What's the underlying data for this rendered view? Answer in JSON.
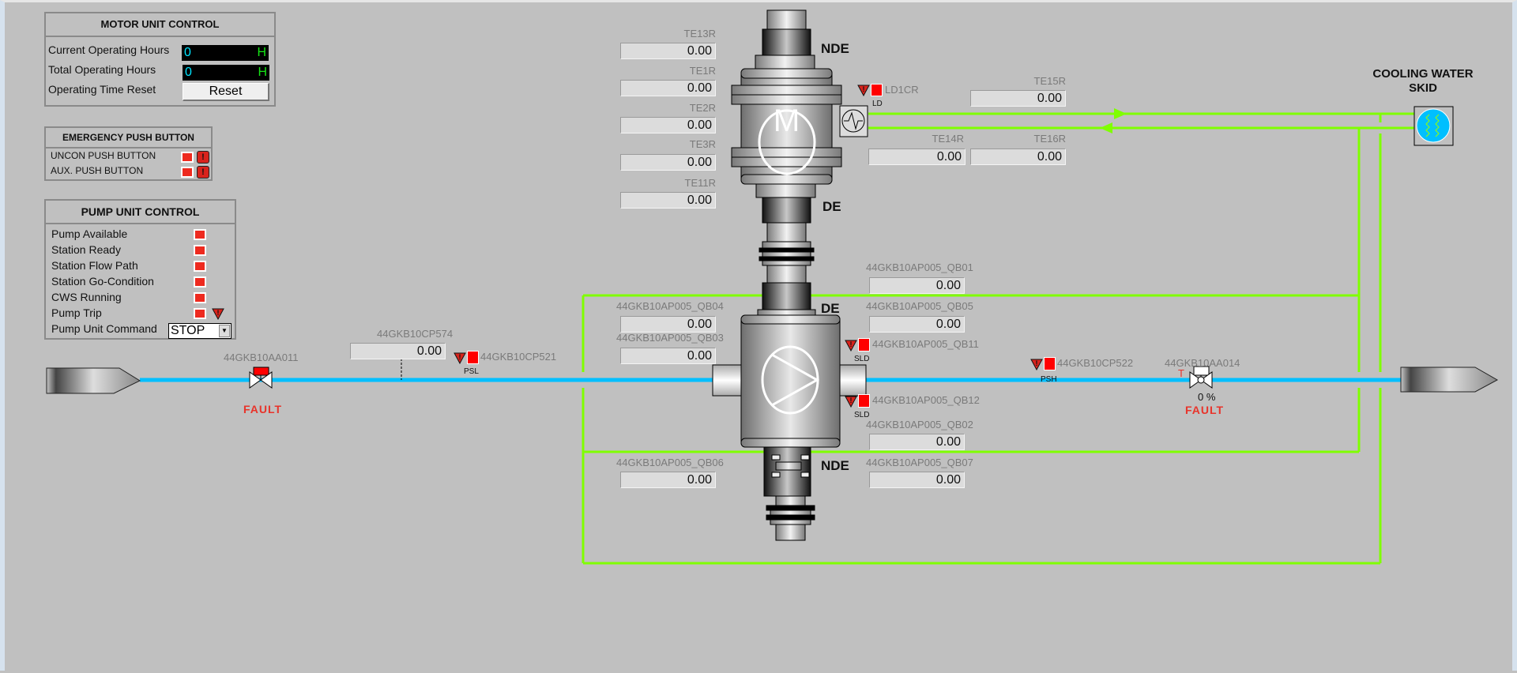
{
  "motor_unit_control": {
    "title": "MOTOR UNIT CONTROL",
    "rows": [
      {
        "label": "Current Operating Hours",
        "value": "0",
        "unit": "H"
      },
      {
        "label": "Total Operating Hours",
        "value": "0",
        "unit": "H"
      }
    ],
    "reset_label": "Operating Time Reset",
    "reset_button": "Reset"
  },
  "emergency_push_button": {
    "title": "EMERGENCY PUSH BUTTON",
    "items": [
      "UNCON PUSH BUTTON",
      "AUX. PUSH BUTTON"
    ]
  },
  "pump_unit_control": {
    "title": "PUMP UNIT CONTROL",
    "items": [
      "Pump Available",
      "Station Ready",
      "Station Flow Path",
      "Station Go-Condition",
      "CWS Running",
      "Pump Trip"
    ],
    "command_label": "Pump Unit Command",
    "command_value": "STOP"
  },
  "motor": {
    "symbol": "M",
    "nde": "NDE",
    "de": "DE",
    "temps": [
      {
        "tag": "TE13R",
        "value": "0.00"
      },
      {
        "tag": "TE1R",
        "value": "0.00"
      },
      {
        "tag": "TE2R",
        "value": "0.00"
      },
      {
        "tag": "TE3R",
        "value": "0.00"
      },
      {
        "tag": "TE11R",
        "value": "0.00"
      }
    ],
    "leak": {
      "tag": "LD1CR",
      "sub": "LD"
    },
    "te15": {
      "tag": "TE15R",
      "value": "0.00"
    },
    "te14": {
      "tag": "TE14R",
      "value": "0.00"
    },
    "te16": {
      "tag": "TE16R",
      "value": "0.00"
    }
  },
  "cooling_water_skid": {
    "line1": "COOLING WATER",
    "line2": "SKID"
  },
  "pump": {
    "de": "DE",
    "nde": "NDE",
    "qb01": {
      "tag": "44GKB10AP005_QB01",
      "value": "0.00"
    },
    "qb04": {
      "tag": "44GKB10AP005_QB04",
      "value": "0.00"
    },
    "qb05": {
      "tag": "44GKB10AP005_QB05",
      "value": "0.00"
    },
    "qb03": {
      "tag": "44GKB10AP005_QB03",
      "value": "0.00"
    },
    "qb11": {
      "tag": "44GKB10AP005_QB11",
      "sub": "SLD"
    },
    "qb12": {
      "tag": "44GKB10AP005_QB12",
      "sub": "SLD"
    },
    "qb02": {
      "tag": "44GKB10AP005_QB02",
      "value": "0.00"
    },
    "qb06": {
      "tag": "44GKB10AP005_QB06",
      "value": "0.00"
    },
    "qb07": {
      "tag": "44GKB10AP005_QB07",
      "value": "0.00"
    }
  },
  "suction": {
    "valve": {
      "tag": "44GKB10AA011",
      "status": "FAULT"
    },
    "cp574": {
      "tag": "44GKB10CP574",
      "value": "0.00"
    },
    "cp521": {
      "tag": "44GKB10CP521",
      "sub": "PSL"
    }
  },
  "discharge": {
    "cp522": {
      "tag": "44GKB10CP522",
      "sub": "PSH"
    },
    "valve": {
      "tag": "44GKB10AA014",
      "mode": "T",
      "position": "0 %",
      "status": "FAULT"
    }
  },
  "colors": {
    "background": "#c0c0c0",
    "water": "#00bfff",
    "cooling": "#7fff00",
    "alarm": "#ee2a1f"
  }
}
